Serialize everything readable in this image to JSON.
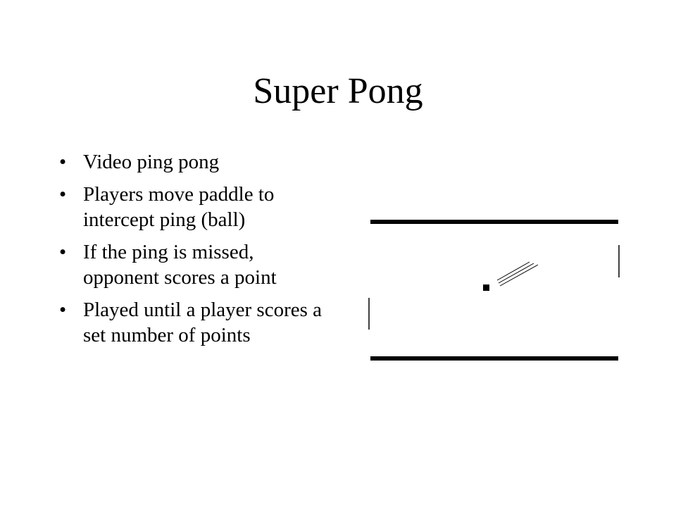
{
  "slide": {
    "title": "Super Pong",
    "bullet_symbol": "•",
    "bullets": [
      "Video ping pong",
      "Players move paddle to intercept ping (ball)",
      "If the ping is missed, opponent scores a point",
      "Played until a player scores a set number of points"
    ]
  },
  "pong_illustration": {
    "stroke_color": "#000000",
    "background_color": "#ffffff"
  }
}
